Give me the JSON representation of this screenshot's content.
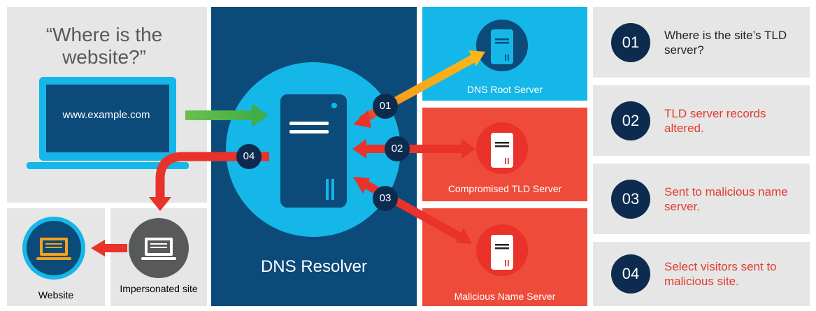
{
  "user": {
    "quote": "“Where is the website?”",
    "url": "www.example.com"
  },
  "resolver": {
    "label": "DNS Resolver"
  },
  "servers": {
    "root": "DNS Root Server",
    "tld": "Compromised TLD Server",
    "malicious": "Malicious Name Server"
  },
  "sites": {
    "website": "Website",
    "impersonated": "Impersonated site"
  },
  "badges": [
    "01",
    "02",
    "03",
    "04"
  ],
  "steps": [
    {
      "num": "01",
      "text": "Where is the site’s TLD server?",
      "color": "#231f20"
    },
    {
      "num": "02",
      "text": "TLD server records altered.",
      "color": "#e03a2c"
    },
    {
      "num": "03",
      "text": "Sent to malicious name server.",
      "color": "#e03a2c"
    },
    {
      "num": "04",
      "text": "Select visitors sent to malicious site.",
      "color": "#e03a2c"
    }
  ],
  "colors": {
    "navy": "#0c4a7a",
    "cyan": "#14b7e8",
    "red": "#ef4b3b",
    "gray": "#e6e6e6",
    "dark": "#0c2b4f"
  }
}
